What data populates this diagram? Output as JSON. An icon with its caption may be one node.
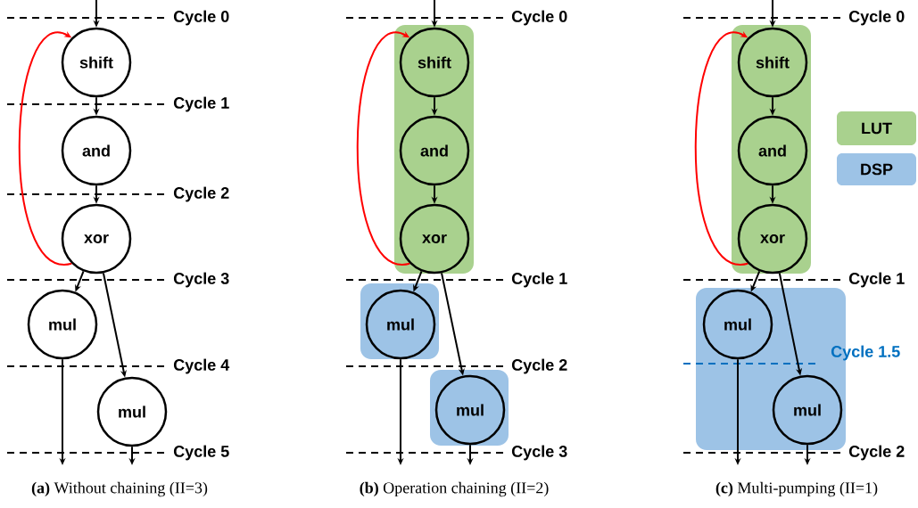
{
  "diagram": {
    "nodes": [
      {
        "text": [
          "shift"
        ]
      },
      {
        "text": [
          "and"
        ]
      },
      {
        "text": [
          "xor"
        ]
      },
      {
        "text": [
          "mul"
        ]
      },
      {
        "text": [
          "mul"
        ]
      },
      {
        "text": [],
        "shape": "box"
      },
      {
        "text": [
          "shift"
        ],
        "in": 5
      },
      {
        "text": [
          "and"
        ],
        "in": 5
      },
      {
        "text": [
          "xor"
        ],
        "in": 5
      },
      {
        "text": [],
        "shape": "box"
      },
      {
        "text": [
          "mul"
        ],
        "in": 9
      },
      {
        "text": [],
        "shape": "box"
      },
      {
        "text": [
          "mul"
        ],
        "in": 11
      },
      {
        "text": [],
        "shape": "box"
      },
      {
        "text": [
          "shift"
        ],
        "in": 13
      },
      {
        "text": [
          "and"
        ],
        "in": 13
      },
      {
        "text": [
          "xor"
        ],
        "in": 13
      },
      {
        "text": [],
        "shape": "box"
      },
      {
        "text": [
          "mul"
        ],
        "in": 17
      },
      {
        "text": [
          "mul"
        ],
        "in": 17
      }
    ],
    "edges": [
      {
        "from": null,
        "to": 0,
        "arrow": "to"
      },
      {
        "from": 0,
        "to": 1,
        "arrow": "to"
      },
      {
        "from": 1,
        "to": 2,
        "arrow": "to"
      },
      {
        "from": 2,
        "to": 0,
        "arrow": "to",
        "color": "#ff0000"
      },
      {
        "from": 2,
        "to": 3,
        "arrow": "to"
      },
      {
        "from": 2,
        "to": 4,
        "arrow": "to"
      },
      {
        "from": 3,
        "to": null,
        "arrow": "to"
      },
      {
        "from": 4,
        "to": null,
        "arrow": "to"
      },
      {
        "from": null,
        "to": 6,
        "arrow": "to"
      },
      {
        "from": 6,
        "to": 7,
        "arrow": "to"
      },
      {
        "from": 7,
        "to": 8,
        "arrow": "to"
      },
      {
        "from": 8,
        "to": 6,
        "arrow": "to",
        "color": "#ff0000"
      },
      {
        "from": 8,
        "to": 10,
        "arrow": "to"
      },
      {
        "from": 8,
        "to": 12,
        "arrow": "to"
      },
      {
        "from": 10,
        "to": null,
        "arrow": "to"
      },
      {
        "from": 12,
        "to": null,
        "arrow": "to"
      },
      {
        "from": null,
        "to": 14,
        "arrow": "to"
      },
      {
        "from": 14,
        "to": 15,
        "arrow": "to"
      },
      {
        "from": 15,
        "to": 16,
        "arrow": "to"
      },
      {
        "from": 16,
        "to": 14,
        "arrow": "to",
        "color": "#ff0000"
      },
      {
        "from": 16,
        "to": 18,
        "arrow": "to"
      },
      {
        "from": 16,
        "to": 19,
        "arrow": "to"
      },
      {
        "from": 18,
        "to": null,
        "arrow": "to"
      },
      {
        "from": 19,
        "to": null,
        "arrow": "to"
      }
    ],
    "labels": [
      "Cycle 0",
      "Cycle 1",
      "Cycle 2",
      "Cycle 3",
      "Cycle 4",
      "Cycle 5",
      "Cycle 0",
      "Cycle 1",
      "Cycle 2",
      "Cycle 3",
      "Cycle 0",
      "Cycle 1",
      "Cycle 1.5",
      "Cycle 2",
      "**(a)** Without chaining (II=3)",
      "**(b)** Operation chaining (II=2)",
      "**(c)** Multi-pumping (II=1)"
    ],
    "legend": [
      {
        "text": "LUT",
        "color": "#a9d18e"
      },
      {
        "text": "DSP",
        "color": "#9dc3e6"
      }
    ]
  }
}
